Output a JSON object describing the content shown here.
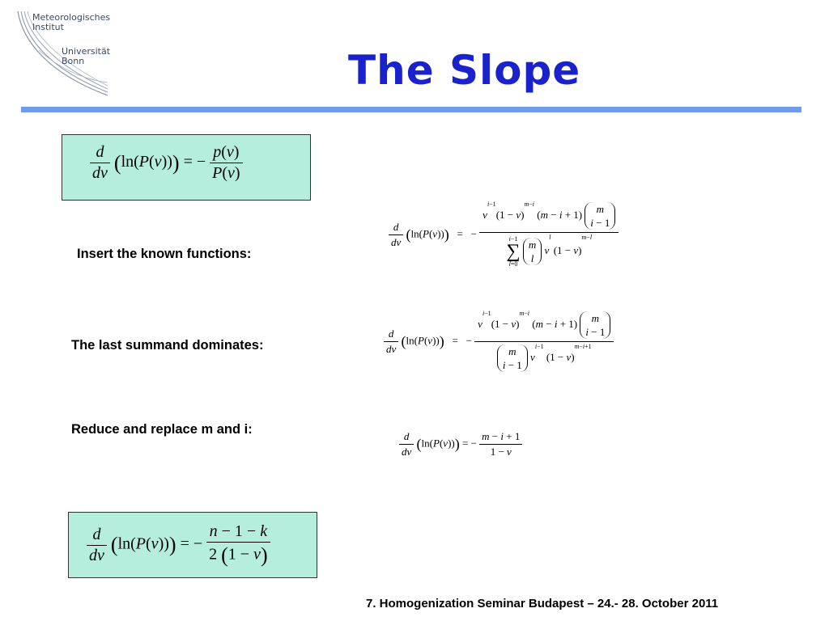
{
  "logo": {
    "line1": "Meteorologisches",
    "line2": "Institut",
    "line3": "Universität",
    "line4": "Bonn"
  },
  "slide": {
    "title": "The Slope",
    "footer": "7. Homogenization Seminar Budapest  –  24.- 28. October 2011"
  },
  "labels": {
    "insert": "Insert the known functions:",
    "dominates": "The last summand dominates:",
    "reduce": "Reduce and replace m and i:"
  },
  "colors": {
    "title": "#1a22cc",
    "rule": "#6f9be8",
    "box_fill": "#b5eedd"
  }
}
